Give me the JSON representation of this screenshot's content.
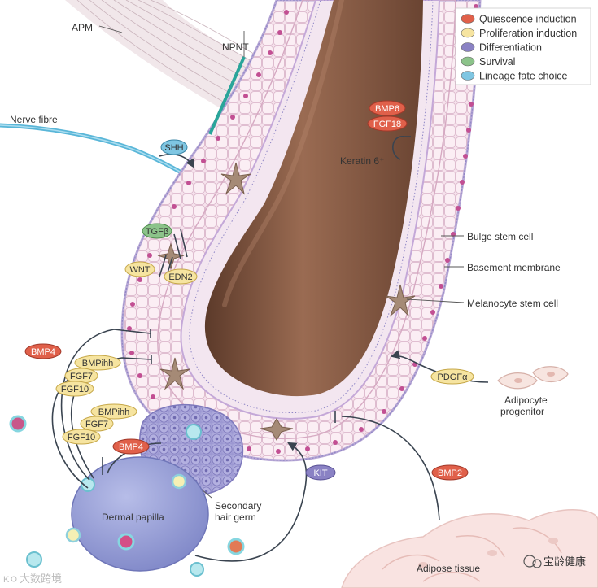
{
  "legend": [
    {
      "label": "Quiescence induction",
      "color": "#e0604a"
    },
    {
      "label": "Proliferation induction",
      "color": "#f6e4a0"
    },
    {
      "label": "Differentiation",
      "color": "#8a82c4"
    },
    {
      "label": "Survival",
      "color": "#8cc38a"
    },
    {
      "label": "Lineage fate choice",
      "color": "#7fc6e2"
    }
  ],
  "labels": {
    "apm": "APM",
    "npnt": "NPNT",
    "nerve_fibre": "Nerve fibre",
    "keratin": "Keratin 6⁺",
    "bulge_stem_cell": "Bulge stem cell",
    "basement_membrane": "Basement membrane",
    "melanocyte_stem_cell": "Melanocyte stem cell",
    "adipocyte_line1": "Adipocyte",
    "adipocyte_line2": "progenitor",
    "dermal_papilla": "Dermal papilla",
    "shg_line1": "Secondary",
    "shg_line2": "hair germ",
    "adipose_tissue": "Adipose tissue"
  },
  "signals": {
    "shh": "SHH",
    "bmp6": "BMP6",
    "fgf18": "FGF18",
    "tgfb": "TGFβ",
    "wnt": "WNT",
    "edn2": "EDN2",
    "bmp4_top": "BMP4",
    "bmpihh_top": "BMPihh",
    "fgf7_top": "FGF7",
    "fgf10_top": "FGF10",
    "bmpihh_bot": "BMPihh",
    "fgf7_bot": "FGF7",
    "fgf10_bot": "FGF10",
    "bmp4_bot": "BMP4",
    "pdgfa": "PDGFα",
    "kit": "KIT",
    "bmp2": "BMP2"
  },
  "watermarks": {
    "left": "大数跨境",
    "right": "宝龄健康"
  },
  "colors": {
    "quiescence": "#e0604a",
    "proliferation": "#f6e4a0",
    "differentiation": "#8a82c4",
    "survival": "#8cc38a",
    "lineage": "#7fc6e2",
    "hair_shaft": "#7a4f3a",
    "cell_pink": "#f5dce8",
    "nerve": "#59b6d8",
    "npnt": "#2aa59a"
  }
}
